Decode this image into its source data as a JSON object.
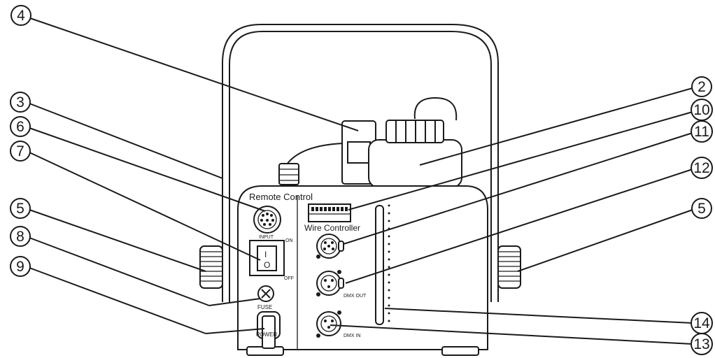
{
  "panel": {
    "remote_control": "Remote Control",
    "input": "INPUT",
    "wire_controller": "Wire Controller",
    "on": "ON",
    "off": "OFF",
    "switch_i": "I",
    "switch_o": "O",
    "fuse": "FUSE",
    "power": "POWER",
    "dmx_out": "DMX OUT",
    "dmx_in": "DMX IN"
  },
  "callouts": [
    {
      "id": "c4",
      "number": "4"
    },
    {
      "id": "c2",
      "number": "2"
    },
    {
      "id": "c3",
      "number": "3"
    },
    {
      "id": "c10",
      "number": "10"
    },
    {
      "id": "c6",
      "number": "6"
    },
    {
      "id": "c11",
      "number": "11"
    },
    {
      "id": "c7",
      "number": "7"
    },
    {
      "id": "c12",
      "number": "12"
    },
    {
      "id": "c5l",
      "number": "5"
    },
    {
      "id": "c5r",
      "number": "5"
    },
    {
      "id": "c8",
      "number": "8"
    },
    {
      "id": "c9",
      "number": "9"
    },
    {
      "id": "c14",
      "number": "14"
    },
    {
      "id": "c13",
      "number": "13"
    }
  ]
}
